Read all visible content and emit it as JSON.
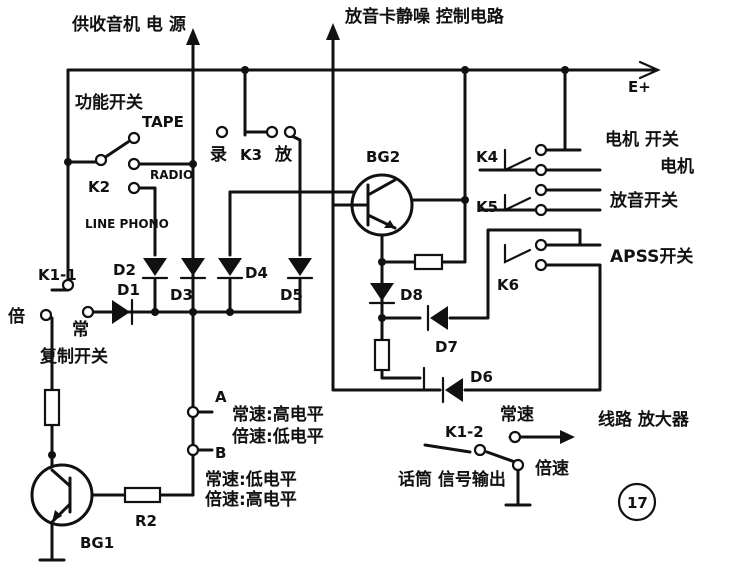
{
  "labels": {
    "receiver_power": "供收音机 电 源",
    "playback_silence": "放音卡静噪 控制电路",
    "power_e": "E+",
    "function_switch": "功能开关",
    "tape": "TAPE",
    "radio": "RADIO",
    "line_phono": "LINE PHONO",
    "rec": "录",
    "k3": "K3",
    "play": "放",
    "k2": "K2",
    "bg2": "BG2",
    "motor_switch": "电机 开关",
    "motor": "电机",
    "k4": "K4",
    "k5": "K5",
    "playback_switch": "放音开关",
    "apss_switch": "APSS开关",
    "k6": "K6",
    "k11": "K1-1",
    "double": "倍",
    "normal": "常",
    "d2": "D2",
    "d1": "D1",
    "d3": "D3",
    "d4": "D4",
    "d5": "D5",
    "d8": "D8",
    "d7": "D7",
    "d6": "D6",
    "copy_switch": "复制开关",
    "point_a": "A",
    "a_normal": "常速:高电平",
    "a_double": "倍速:低电平",
    "point_b": "B",
    "b_normal": "常速:低电平",
    "b_double": "倍速:高电平",
    "bg1": "BG1",
    "r2": "R2",
    "k12": "K1-2",
    "normal_speed": "常速",
    "double_speed": "倍速",
    "line_amp": "线路 放大器",
    "mic_out": "话筒 信号输出",
    "fig_no": "17"
  }
}
